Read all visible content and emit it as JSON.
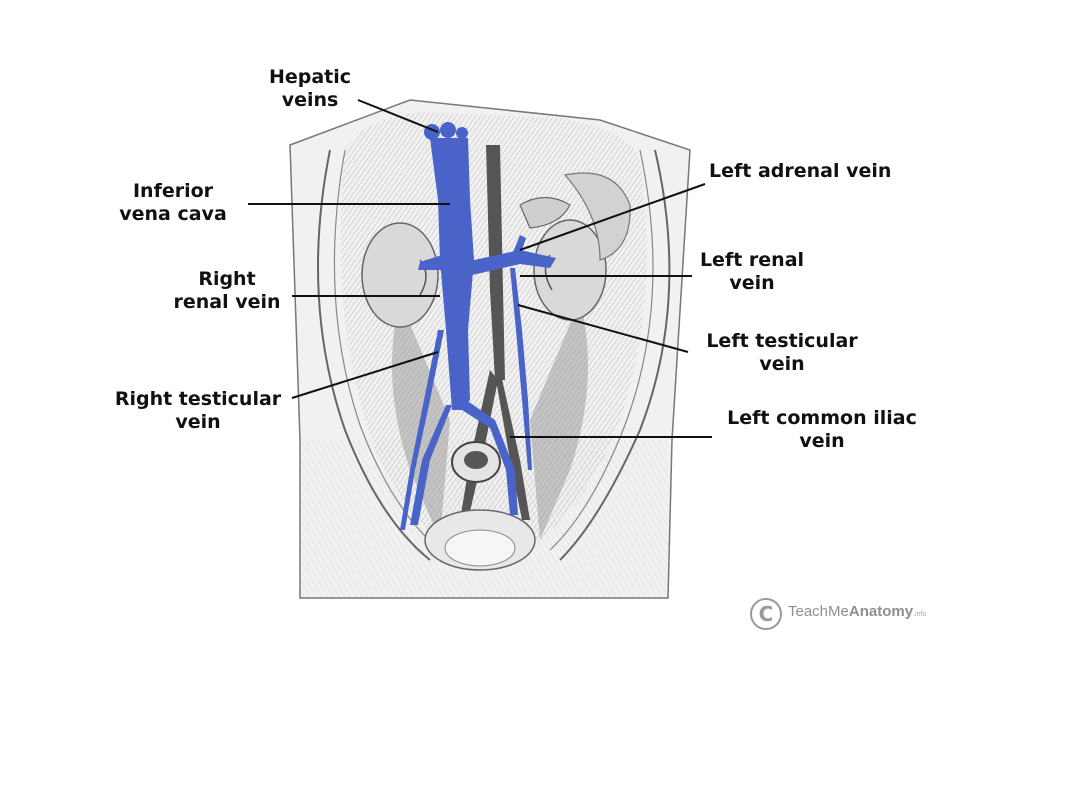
{
  "labels": {
    "hepatic_veins": [
      "Hepatic",
      "veins"
    ],
    "inferior_vena_cava": [
      "Inferior",
      "vena cava"
    ],
    "right_renal_vein": [
      "Right",
      "renal vein"
    ],
    "right_testicular_vein": [
      "Right testicular",
      "vein"
    ],
    "left_adrenal_vein": [
      "Left adrenal vein"
    ],
    "left_renal_vein": [
      "Left renal",
      "vein"
    ],
    "left_testicular_vein": [
      "Left testicular",
      "vein"
    ],
    "left_common_iliac_vein": [
      "Left common iliac",
      "vein"
    ]
  },
  "watermark": {
    "symbol": "C",
    "brand_light": "TeachMe",
    "brand_bold": "Anatomy",
    "tld": ".info"
  },
  "colors": {
    "vein": "#4a63c8",
    "line": "#111111",
    "muscle": "#9a9a9a",
    "background": "#ffffff"
  }
}
